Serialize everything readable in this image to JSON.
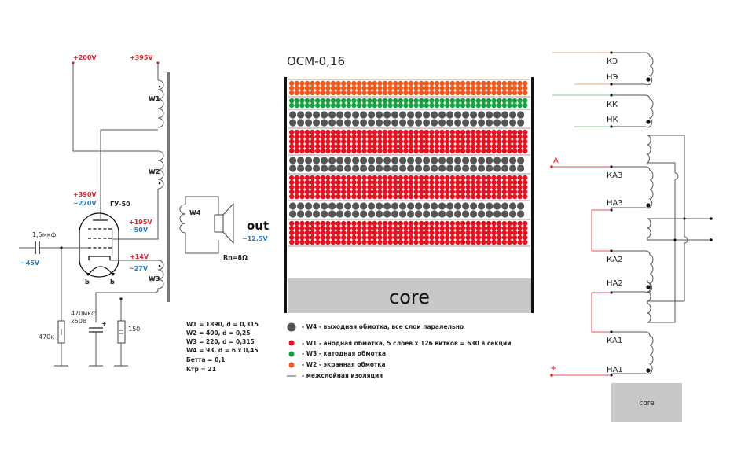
{
  "schematic": {
    "supply_labels": {
      "plus200": "+200V",
      "plus395": "+395V"
    },
    "anode": {
      "dc": "+390V",
      "ac": "~270V"
    },
    "tube_name": "ГУ-50",
    "screen": {
      "dc": "+195V",
      "ac": "~50V"
    },
    "cathode": {
      "dc": "+14V",
      "ac": "~27V"
    },
    "grid_ac": "~45V",
    "coupling_cap": "1,5мкф",
    "heater_labels": [
      "b",
      "b"
    ],
    "windings": [
      "W1",
      "W2",
      "W3",
      "W4"
    ],
    "grid_resistor": "470к",
    "cathode_cap": [
      "470мкф",
      "x50В"
    ],
    "cathode_resistor": "150",
    "out_label": "out",
    "out_ac": "~12,5V",
    "load": "Rn=8Ω",
    "specs": [
      "W1 = 1890, d = 0,315",
      "W2 = 400, d = 0,25",
      "W3 = 220, d = 0,315",
      "W4 = 93, d = 6 x 0,45",
      "Бетта = 0,1",
      "Ктр = 21"
    ]
  },
  "cross_section": {
    "title": "ОСМ-0,16",
    "core_label": "core",
    "colors": {
      "W4": "#555555",
      "W1": "#e8101e",
      "W3": "#16a040",
      "W2": "#ef5a1c",
      "insulation": "#b4b4b4",
      "core": "#c8c8c8"
    },
    "layers_outer_to_inner": [
      {
        "winding": "W2",
        "rows": 3
      },
      {
        "winding": "W3",
        "rows": 2
      },
      {
        "winding": "W4",
        "rows": 2
      },
      {
        "winding": "W1",
        "rows": 5
      },
      {
        "winding": "W4",
        "rows": 2
      },
      {
        "winding": "W1",
        "rows": 5
      },
      {
        "winding": "W4",
        "rows": 2
      },
      {
        "winding": "W1",
        "rows": 5
      }
    ],
    "legend": [
      {
        "key": "W4",
        "text": "- W4 - выходная обмотка, все слои паралельно"
      },
      {
        "key": "W1",
        "text": "- W1 - анодная обмотка, 5 слоев x 126 витков = 630 в секции"
      },
      {
        "key": "W3",
        "text": "- W3 - катодная обмотка"
      },
      {
        "key": "W2",
        "text": "- W2 - экранная обмотка"
      },
      {
        "key": "insulation",
        "text": "- межслойная изоляция"
      }
    ]
  },
  "connection_diagram": {
    "labels": [
      "КЭ",
      "НЭ",
      "КК",
      "НК",
      "КА3",
      "НА3",
      "КА2",
      "НА2",
      "КА1",
      "НА1"
    ],
    "terminal_a": "A",
    "terminal_plus": "+",
    "core_label": "core"
  }
}
